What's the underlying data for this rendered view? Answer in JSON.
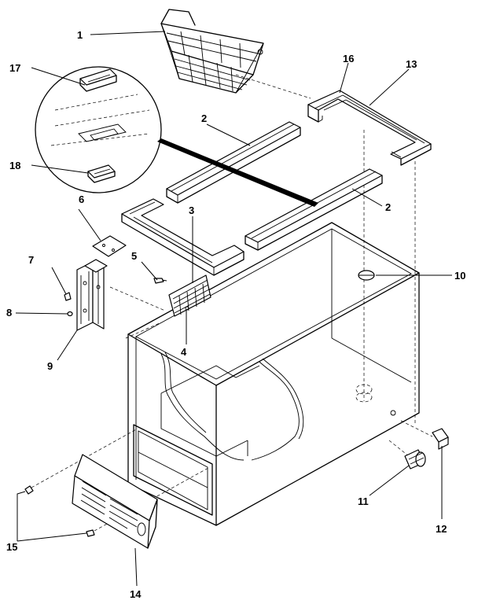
{
  "diagram": {
    "part_numbers": [
      "1",
      "2",
      "2",
      "3",
      "4",
      "5",
      "6",
      "7",
      "8",
      "9",
      "10",
      "11",
      "12",
      "13",
      "14",
      "15",
      "16",
      "17",
      "18"
    ]
  }
}
